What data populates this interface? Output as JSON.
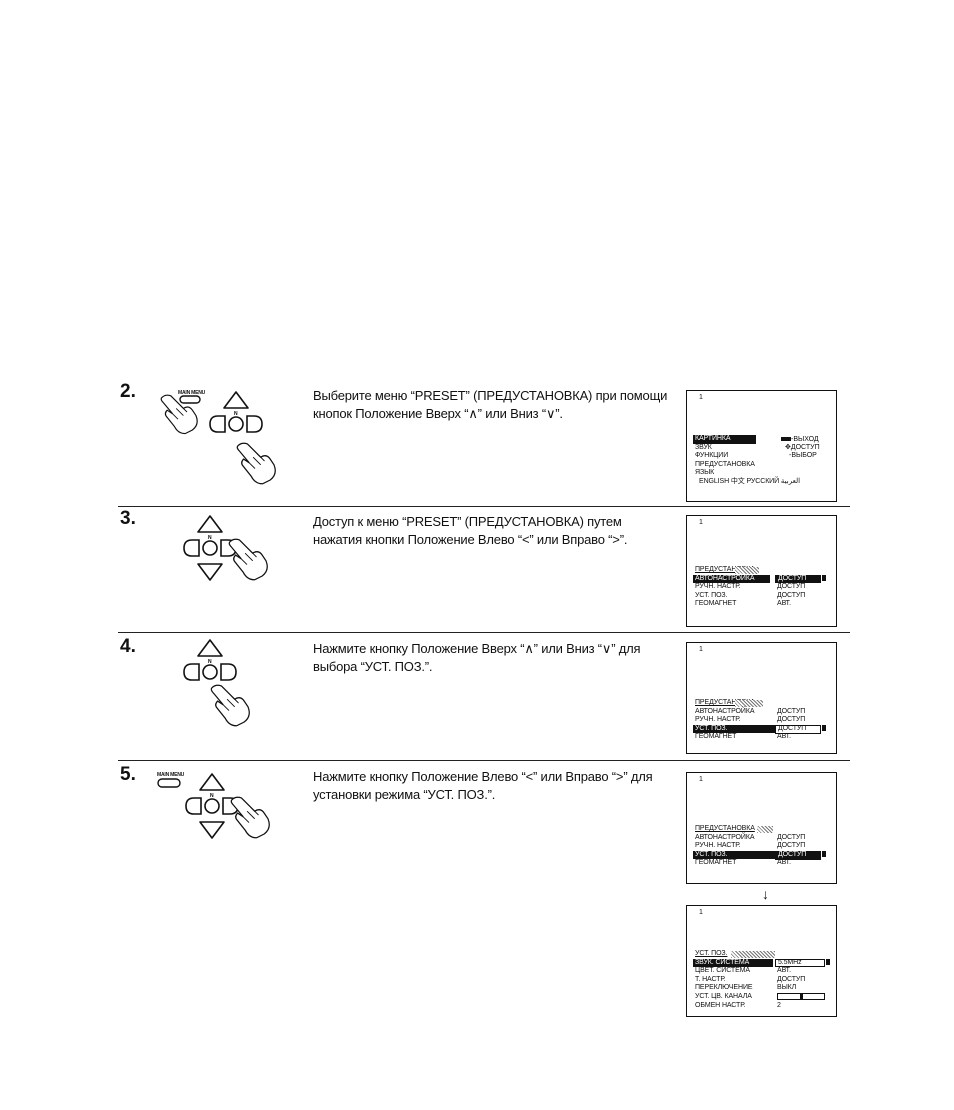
{
  "remote": {
    "main_menu_label": "MAIN MENU"
  },
  "steps": [
    {
      "number": "2.",
      "text": "Выберите меню “PRESET” (ПРЕДУСТАНОВКА) при помощи кнопок Положение Вверх “∧” или  Вниз “∨”.",
      "screen": {
        "num": "1",
        "items": [
          "КАРТИНКА",
          "ЗВУК",
          "ФУНКЦИИ",
          "ПРЕДУСТАНОВКА",
          "ЯЗЫК"
        ],
        "languages": "ENGLISH 中文 РУССКИЙ العربية",
        "legend": [
          "-ВЫХОД",
          "ДОСТУП",
          "-ВЫБОР"
        ]
      }
    },
    {
      "number": "3.",
      "text": "Доступ к меню “PRESET” (ПРЕДУСТАНОВКА) путем нажатия кнопки Положение Влево “<” или Вправо “>”.",
      "screen": {
        "num": "1",
        "title": "ПРЕДУСТАНОВКА",
        "rows": [
          {
            "label": "АВТОНАСТРОЙКА",
            "value": "ДОСТУП"
          },
          {
            "label": "РУЧН. НАСТР.",
            "value": "ДОСТУП"
          },
          {
            "label": "УСТ. ПОЗ.",
            "value": "ДОСТУП"
          },
          {
            "label": "ГЕОМАГНЕТ",
            "value": "АВТ."
          }
        ]
      }
    },
    {
      "number": "4.",
      "text": "Нажмите кнопку Положение Вверх “∧” или Вниз “∨” для выбора “УСТ. ПОЗ.”.",
      "screen": {
        "num": "1",
        "title": "ПРЕДУСТАНОВКА",
        "rows": [
          {
            "label": "АВТОНАСТРОЙКА",
            "value": "ДОСТУП"
          },
          {
            "label": "РУЧН. НАСТР.",
            "value": "ДОСТУП"
          },
          {
            "label": "УСТ. ПОЗ.",
            "value": "ДОСТУП"
          },
          {
            "label": "ГЕОМАГНЕТ",
            "value": "АВТ."
          }
        ]
      }
    },
    {
      "number": "5.",
      "text": "Нажмите кнопку Положение Влево “<” или Вправо “>” для установки режима “УСТ. ПОЗ.”.",
      "screen": {
        "num": "1",
        "title": "ПРЕДУСТАНОВКА",
        "rows": [
          {
            "label": "АВТОНАСТРОЙКА",
            "value": "ДОСТУП"
          },
          {
            "label": "РУЧН. НАСТР.",
            "value": "ДОСТУП"
          },
          {
            "label": "УСТ. ПОЗ.",
            "value": "ДОСТУП"
          },
          {
            "label": "ГЕОМАГНЕТ",
            "value": "АВТ."
          }
        ]
      },
      "screen2": {
        "num": "1",
        "title": "УСТ. ПОЗ.",
        "rows": [
          {
            "label": "ЗВУК. СИСТЕМА",
            "value": "5.5MHz"
          },
          {
            "label": "ЦВЕТ. СИСТЕМА",
            "value": "АВТ."
          },
          {
            "label": "Т. НАСТР.",
            "value": "ДОСТУП"
          },
          {
            "label": "ПЕРЕКЛЮЧЕНИЕ",
            "value": "ВЫКЛ"
          },
          {
            "label": "УСТ. ЦВ. КАНАЛА",
            "value": ""
          },
          {
            "label": "ОБМЕН НАСТР.",
            "value": "2"
          }
        ]
      }
    }
  ]
}
